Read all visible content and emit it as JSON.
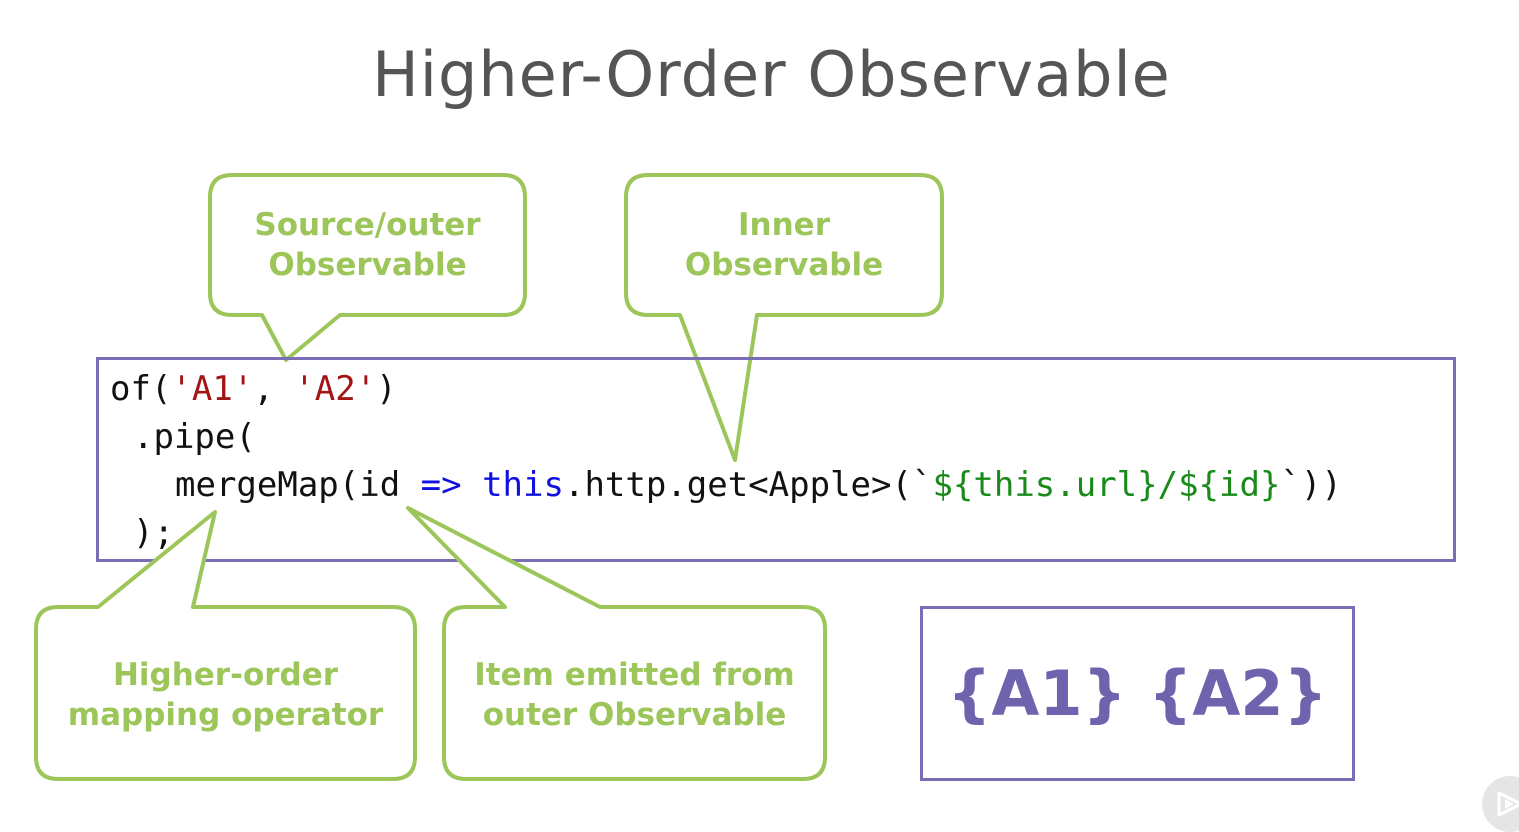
{
  "slide": {
    "title": "Higher-Order Observable"
  },
  "code": {
    "line1": {
      "prefix": "of(",
      "s1": "'A1'",
      "sep": ", ",
      "s2": "'A2'",
      "suffix": ")"
    },
    "line2": ".pipe(",
    "line3": {
      "start": "mergeMap(id ",
      "arrow": "=>",
      "space": " ",
      "this_kw": "this",
      "member": ".http.get<Apple>(`",
      "template": "${this.url}/${id}",
      "end": "`))"
    },
    "line4": ");"
  },
  "callouts": {
    "source": {
      "line1": "Source/outer",
      "line2": "Observable"
    },
    "inner": {
      "line1": "Inner",
      "line2": "Observable"
    },
    "operator": {
      "line1": "Higher-order",
      "line2": "mapping operator"
    },
    "item": {
      "line1": "Item emitted from",
      "line2": "outer Observable"
    }
  },
  "result": {
    "text": "{A1} {A2}"
  },
  "colors": {
    "callout_green": "#9dc65a",
    "box_purple": "#7b6cb6",
    "string_red": "#a31515",
    "keyword_blue": "#1010e0",
    "template_green": "#1a8a1a"
  },
  "icons": {
    "player": "play-logo-icon"
  }
}
